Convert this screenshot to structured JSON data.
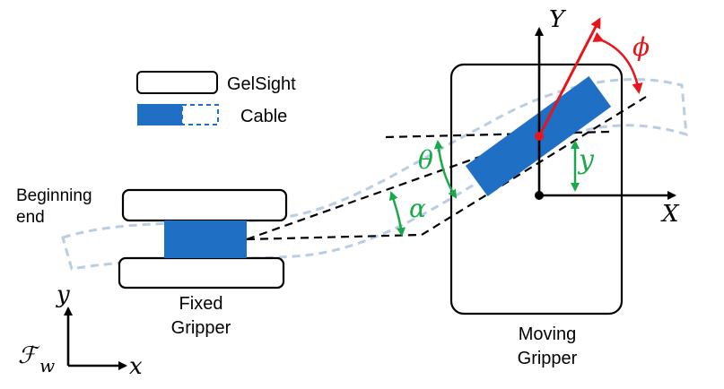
{
  "legend": {
    "gelsight_label": "GelSight",
    "cable_label": "Cable"
  },
  "labels": {
    "beginning_end_line1": "Beginning",
    "beginning_end_line2": "end",
    "fixed_gripper_line1": "Fixed",
    "fixed_gripper_line2": "Gripper",
    "moving_gripper_line1": "Moving",
    "moving_gripper_line2": "Gripper"
  },
  "math": {
    "theta": "θ",
    "alpha": "α",
    "phi": "ϕ",
    "y_offset": "y",
    "axis_X": "X",
    "axis_Y": "Y",
    "world_x": "x",
    "world_y": "y",
    "world_frame_F": "ℱ",
    "world_frame_sub": "w"
  },
  "colors": {
    "cable_blue": "#1f6fc5",
    "cable_outline": "#b9cde3",
    "angle_green": "#1aa84a",
    "phi_red": "#e8141b",
    "ink": "#000000"
  }
}
